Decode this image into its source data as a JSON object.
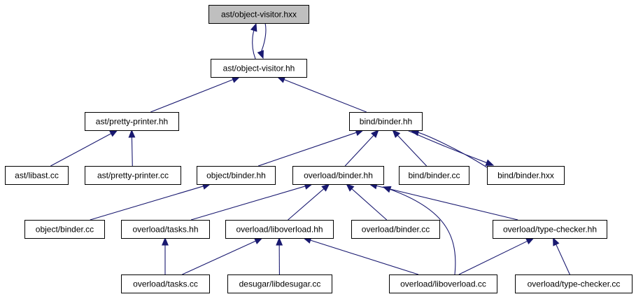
{
  "graph": {
    "nodes": [
      {
        "id": "n_visitor_hxx",
        "label": "ast/object-visitor.hxx",
        "current": true
      },
      {
        "id": "n_visitor_hh",
        "label": "ast/object-visitor.hh"
      },
      {
        "id": "n_pretty_hh",
        "label": "ast/pretty-printer.hh"
      },
      {
        "id": "n_bind_hh",
        "label": "bind/binder.hh"
      },
      {
        "id": "n_libast",
        "label": "ast/libast.cc"
      },
      {
        "id": "n_pretty_cc",
        "label": "ast/pretty-printer.cc"
      },
      {
        "id": "n_obj_binder_hh",
        "label": "object/binder.hh"
      },
      {
        "id": "n_ovl_binder_hh",
        "label": "overload/binder.hh"
      },
      {
        "id": "n_bind_cc",
        "label": "bind/binder.cc"
      },
      {
        "id": "n_bind_hxx",
        "label": "bind/binder.hxx"
      },
      {
        "id": "n_obj_binder_cc",
        "label": "object/binder.cc"
      },
      {
        "id": "n_ovl_tasks_hh",
        "label": "overload/tasks.hh"
      },
      {
        "id": "n_libovl_hh",
        "label": "overload/liboverload.hh"
      },
      {
        "id": "n_ovl_binder_cc",
        "label": "overload/binder.cc"
      },
      {
        "id": "n_tc_hh",
        "label": "overload/type-checker.hh"
      },
      {
        "id": "n_ovl_tasks_cc",
        "label": "overload/tasks.cc"
      },
      {
        "id": "n_libdesugar",
        "label": "desugar/libdesugar.cc"
      },
      {
        "id": "n_libovl_cc",
        "label": "overload/liboverload.cc"
      },
      {
        "id": "n_tc_cc",
        "label": "overload/type-checker.cc"
      }
    ],
    "edges": [
      {
        "from": "n_visitor_hh",
        "to": "n_visitor_hxx"
      },
      {
        "from": "n_visitor_hxx",
        "to": "n_visitor_hh"
      },
      {
        "from": "n_pretty_hh",
        "to": "n_visitor_hh"
      },
      {
        "from": "n_bind_hh",
        "to": "n_visitor_hh"
      },
      {
        "from": "n_libast",
        "to": "n_pretty_hh"
      },
      {
        "from": "n_pretty_cc",
        "to": "n_pretty_hh"
      },
      {
        "from": "n_obj_binder_hh",
        "to": "n_bind_hh"
      },
      {
        "from": "n_ovl_binder_hh",
        "to": "n_bind_hh"
      },
      {
        "from": "n_bind_cc",
        "to": "n_bind_hh"
      },
      {
        "from": "n_bind_hxx",
        "to": "n_bind_hh"
      },
      {
        "from": "n_bind_hh",
        "to": "n_bind_hxx"
      },
      {
        "from": "n_obj_binder_cc",
        "to": "n_obj_binder_hh"
      },
      {
        "from": "n_ovl_tasks_hh",
        "to": "n_ovl_binder_hh"
      },
      {
        "from": "n_libovl_hh",
        "to": "n_ovl_binder_hh"
      },
      {
        "from": "n_ovl_binder_cc",
        "to": "n_ovl_binder_hh"
      },
      {
        "from": "n_tc_hh",
        "to": "n_ovl_binder_hh"
      },
      {
        "from": "n_libovl_cc",
        "to": "n_ovl_binder_hh"
      },
      {
        "from": "n_ovl_tasks_cc",
        "to": "n_ovl_tasks_hh"
      },
      {
        "from": "n_ovl_tasks_cc",
        "to": "n_libovl_hh"
      },
      {
        "from": "n_libdesugar",
        "to": "n_libovl_hh"
      },
      {
        "from": "n_libovl_cc",
        "to": "n_libovl_hh"
      },
      {
        "from": "n_libovl_cc",
        "to": "n_tc_hh"
      },
      {
        "from": "n_tc_cc",
        "to": "n_tc_hh"
      }
    ]
  }
}
